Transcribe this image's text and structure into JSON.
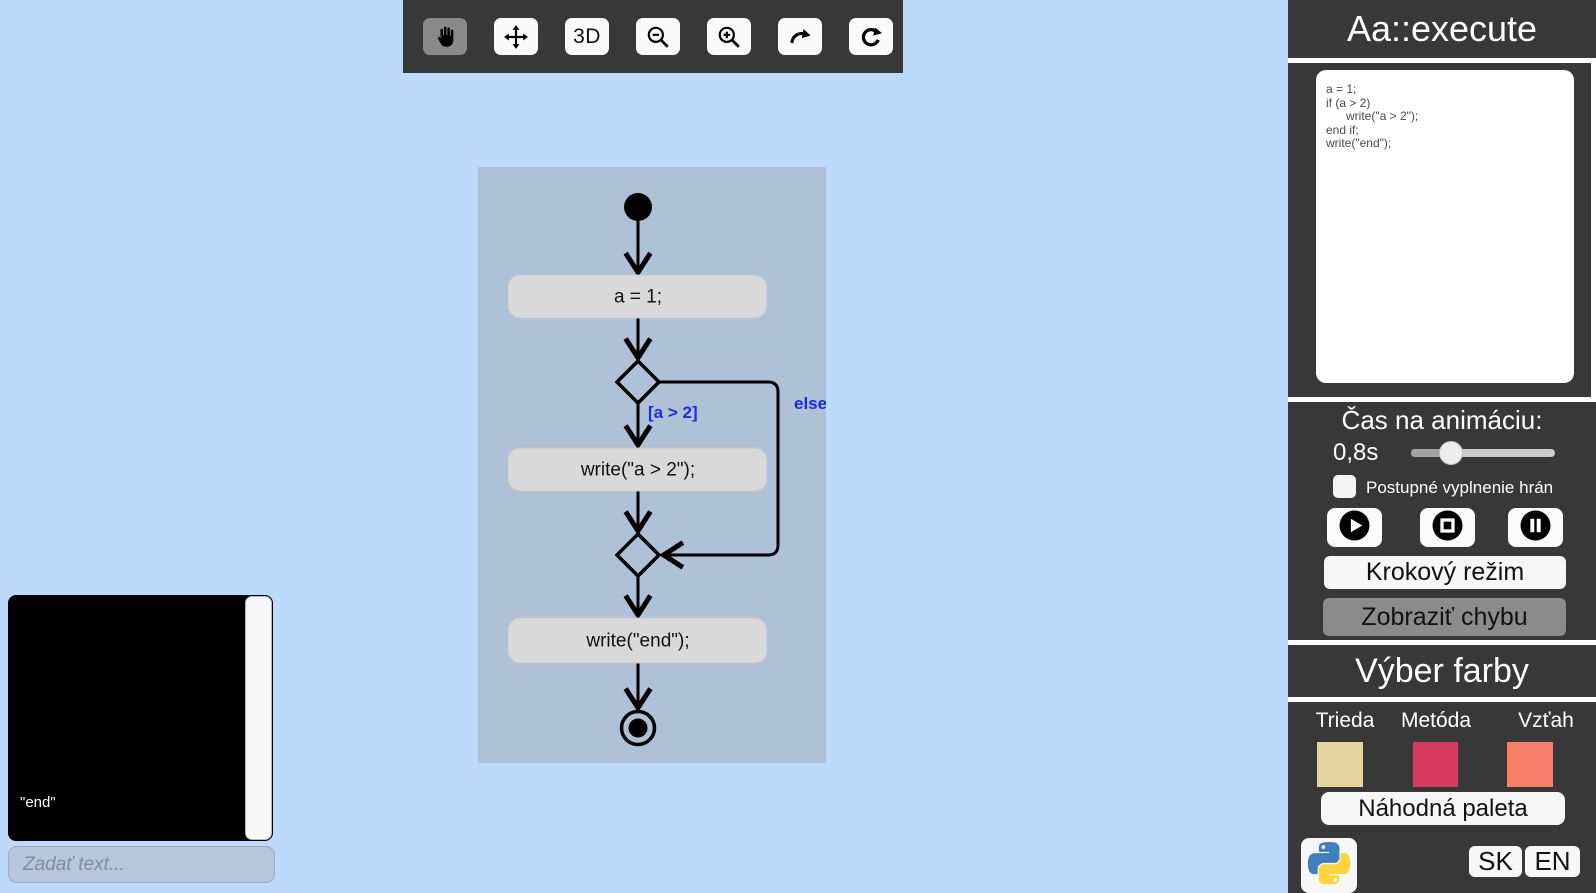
{
  "colors": {
    "page_bg": "#bdd9fc",
    "panel_dark": "#383838",
    "diagram_bg": "#aec1d6",
    "node_fill": "#d9d9d9",
    "guard_label_blue": "#1a2be2",
    "class_swatch": "#e5d3a1",
    "method_swatch": "#d63a5e",
    "relation_swatch": "#f97f6b"
  },
  "toolbar": {
    "tools": [
      "hand",
      "move",
      "3d",
      "zoom-out",
      "zoom-in",
      "redo",
      "refresh"
    ],
    "selected_tool": "hand",
    "label_3d": "3D"
  },
  "diagram": {
    "action1": "a = 1;",
    "guard": "[a > 2]",
    "else_label": "else",
    "action2": "write(\"a > 2\");",
    "action3": "write(\"end\");"
  },
  "console": {
    "output": "\"end\"",
    "placeholder": "Zadať text..."
  },
  "panel": {
    "title": "Aa::execute",
    "code": "a = 1;\nif (a > 2)\n      write(\"a > 2\");\nend if;\nwrite(\"end\");",
    "animation": {
      "title": "Čas na animáciu:",
      "time_value": "0,8s",
      "checkbox_label": "Postupné vyplnenie hrán",
      "checkbox_checked": false,
      "step_button": "Krokový režim",
      "error_button": "Zobraziť chybu"
    },
    "color_section": {
      "title": "Výber farby",
      "class_label": "Trieda",
      "method_label": "Metóda",
      "relation_label": "Vzťah",
      "random_button": "Náhodná paleta"
    },
    "lang": {
      "sk": "SK",
      "en": "EN"
    }
  }
}
